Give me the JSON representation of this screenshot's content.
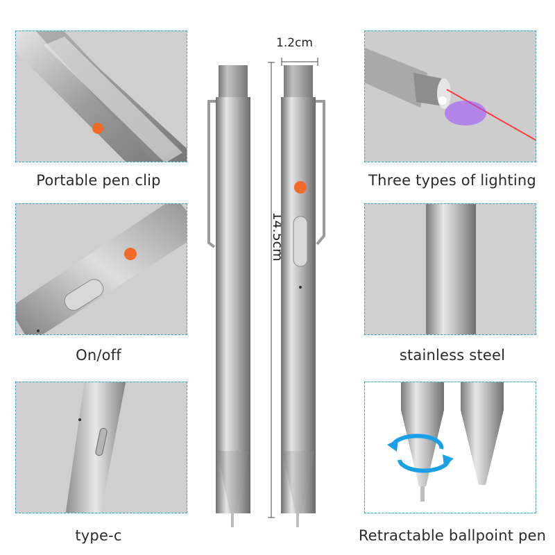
{
  "features": {
    "pen_clip": "Portable pen clip",
    "lighting": "Three types of lighting",
    "switch": "On/off",
    "steel": "stainless steel",
    "charging": "type-c",
    "ballpoint": "Retractable ballpoint pen"
  },
  "dimensions": {
    "diameter": "1.2cm",
    "length": "14.5cm"
  },
  "colors": {
    "panel_border": "#3aa7c8",
    "button": "#f26a2a",
    "laser": "#ff3b3b",
    "uv": "#9a4dff",
    "rotate_arrow": "#1aa0e6"
  }
}
